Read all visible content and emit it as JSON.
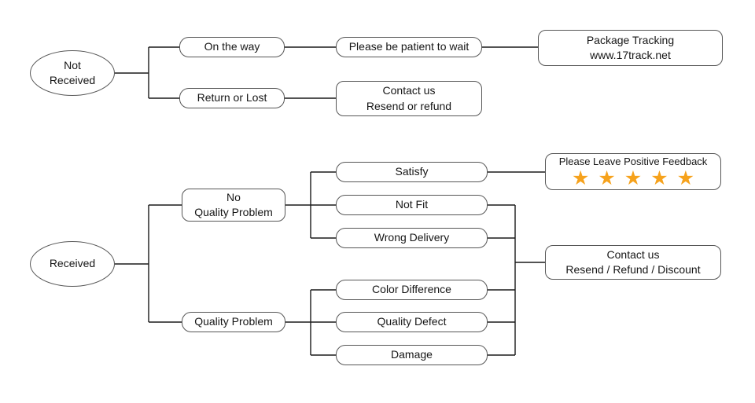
{
  "diagram": {
    "type": "flowchart",
    "background_color": "#FFFFFF",
    "line_color": "#1A1A1A",
    "box_border_color": "#565656",
    "text_color": "#161616",
    "star_color": "#F6A21C",
    "star_count": 5,
    "nodes": {
      "not_received": "Not\nReceived",
      "on_the_way": "On the way",
      "return_or_lost": "Return or Lost",
      "be_patient": "Please be patient to wait",
      "package_tracking": "Package Tracking\nwww.17track.net",
      "contact_resend_refund": "Contact us\nResend or refund",
      "received": "Received",
      "no_quality_problem": "No\nQuality Problem",
      "quality_problem": "Quality Problem",
      "satisfy": "Satisfy",
      "not_fit": "Not Fit",
      "wrong_delivery": "Wrong Delivery",
      "color_difference": "Color Difference",
      "quality_defect": "Quality Defect",
      "damage": "Damage",
      "positive_feedback": "Please Leave Positive Feedback",
      "stars": "★★★★★",
      "contact_resend_refund_discount": "Contact us\nResend / Refund / Discount"
    }
  }
}
